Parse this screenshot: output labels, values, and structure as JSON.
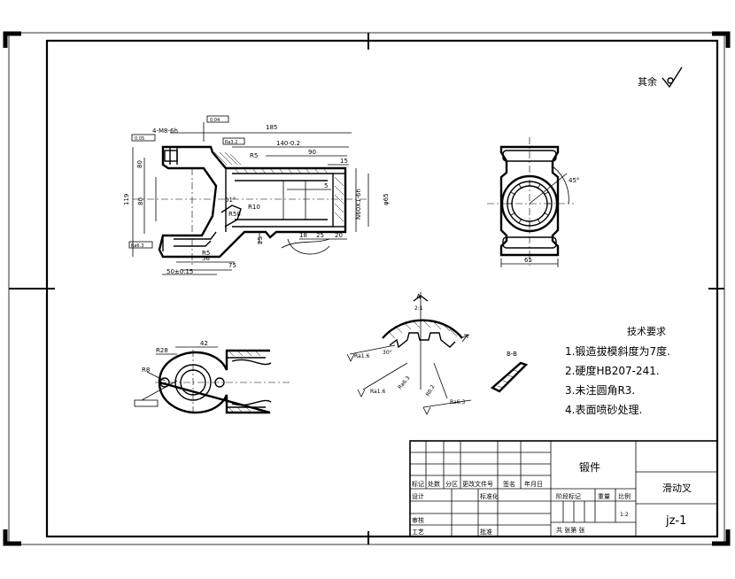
{
  "surface_note": {
    "label": "其余",
    "symbol": "surface-roughness-symbol"
  },
  "main_view": {
    "dims": {
      "d185": "185",
      "d140": "140-0.2",
      "d90": "90",
      "d15": "15",
      "d5": "5",
      "d119": "119",
      "d80": "80",
      "d85": "80",
      "d65": "φ65",
      "spline": "N60X1-6h",
      "r5": "R5",
      "r10": "R10",
      "r50": "R50",
      "r5b": "R5",
      "d25": "25",
      "d18": "18",
      "d25b": "25",
      "d20": "20",
      "d56": "56",
      "d75": "75",
      "d50": "50±0.15",
      "thread": "4-M8-6h",
      "ang": "51°",
      "tol1": "0.04",
      "tol2": "0.05",
      "ra1": "Ra6.3",
      "ra2": "Ra3.2"
    }
  },
  "side_view": {
    "angle": "45°",
    "width": "65"
  },
  "top_view": {
    "r28": "R28",
    "r8": "R8",
    "w42": "42"
  },
  "section_a": {
    "label": "A",
    "scale": "2:1",
    "ra1": "Ra1.6",
    "ra2": "Ra1.6",
    "ra3": "Ra6.3",
    "ang1": "30°",
    "ang2": "Ra6.3",
    "ang3": "R0.2"
  },
  "section_b": {
    "label": "B-B"
  },
  "tech_req": {
    "title": "技术要求",
    "items": [
      "1.锻造拔模斜度为7度.",
      "2.硬度HB207-241.",
      "3.未注圆角R3.",
      "4.表面喷砂处理."
    ]
  },
  "title_block": {
    "part_type": "锻件",
    "part_name": "滑动叉",
    "drawing_no": "jz-1",
    "scale": "1:2",
    "row_labels": [
      "标记",
      "处数",
      "分区",
      "更改文件号",
      "签名",
      "年月日"
    ],
    "design": "设计",
    "standardize": "标准化",
    "stage_mark": "阶段标记",
    "weight": "重量",
    "ratio": "比例",
    "check": "审核",
    "process": "工艺",
    "approve": "批准",
    "sheets": "共  张第  张"
  }
}
